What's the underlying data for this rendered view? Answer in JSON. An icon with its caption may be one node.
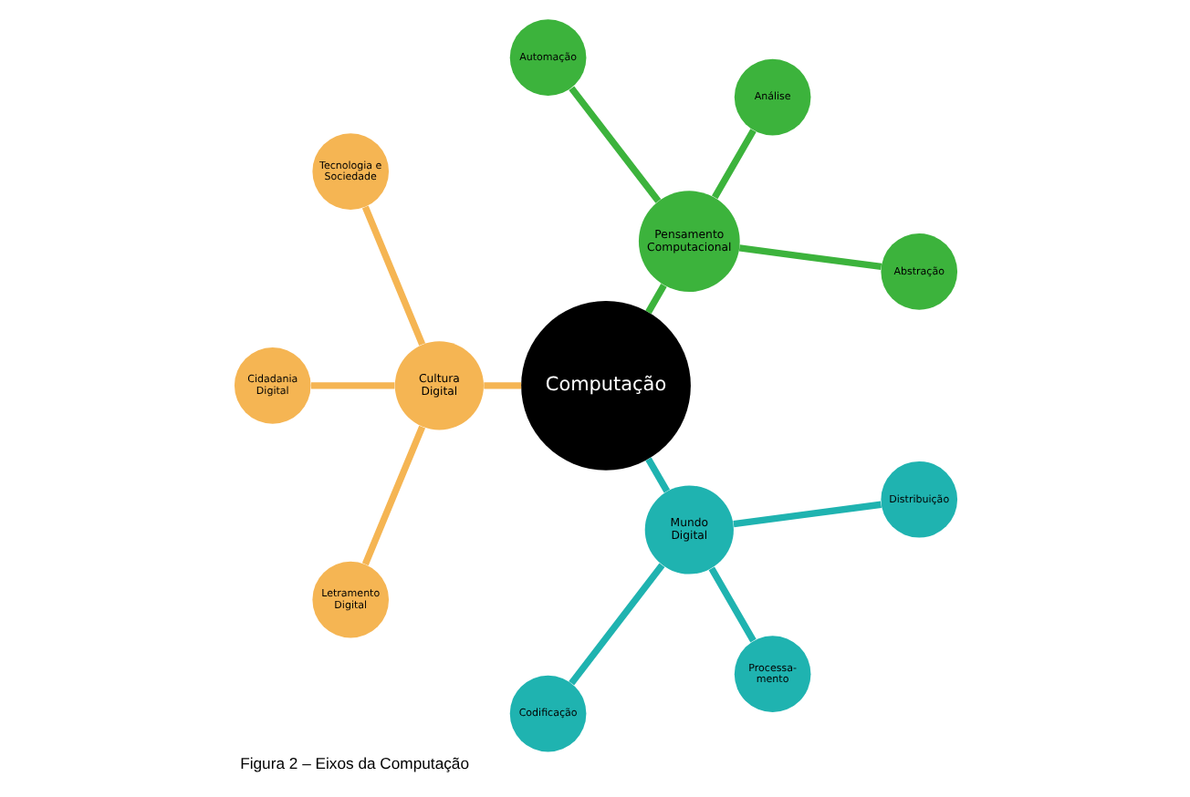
{
  "diagram": {
    "caption": "Figura 2 – Eixos da Computação",
    "nodes": [
      {
        "text": [
          "Computação"
        ]
      },
      {
        "text": [
          "Pensamento Computacional"
        ]
      },
      {
        "text": [
          "Abstração"
        ]
      },
      {
        "text": [
          "Análise"
        ]
      },
      {
        "text": [
          "Automação"
        ]
      },
      {
        "text": [
          "Cultura Digital"
        ]
      },
      {
        "text": [
          "Tecnologia e Sociedade"
        ]
      },
      {
        "text": [
          "Cidadania Digital"
        ]
      },
      {
        "text": [
          "Letramento Digital"
        ]
      },
      {
        "text": [
          "Mundo Digital"
        ]
      },
      {
        "text": [
          "Codificação"
        ]
      },
      {
        "text": [
          "Processa- mento"
        ]
      },
      {
        "text": [
          "Distribuição"
        ]
      }
    ],
    "edges": [
      {
        "from": 0,
        "to": 1,
        "arrow": "none",
        "color": "#3cb33c"
      },
      {
        "from": 1,
        "to": 2,
        "arrow": "none",
        "color": "#3cb33c"
      },
      {
        "from": 1,
        "to": 3,
        "arrow": "none",
        "color": "#3cb33c"
      },
      {
        "from": 1,
        "to": 4,
        "arrow": "none",
        "color": "#3cb33c"
      },
      {
        "from": 0,
        "to": 5,
        "arrow": "none",
        "color": "#f5b553"
      },
      {
        "from": 5,
        "to": 6,
        "arrow": "none",
        "color": "#f5b553"
      },
      {
        "from": 5,
        "to": 7,
        "arrow": "none",
        "color": "#f5b553"
      },
      {
        "from": 5,
        "to": 8,
        "arrow": "none",
        "color": "#f5b553"
      },
      {
        "from": 0,
        "to": 9,
        "arrow": "none",
        "color": "#1fb3b0"
      },
      {
        "from": 9,
        "to": 10,
        "arrow": "none",
        "color": "#1fb3b0"
      },
      {
        "from": 9,
        "to": 11,
        "arrow": "none",
        "color": "#1fb3b0"
      },
      {
        "from": 9,
        "to": 12,
        "arrow": "none",
        "color": "#1fb3b0"
      }
    ]
  }
}
